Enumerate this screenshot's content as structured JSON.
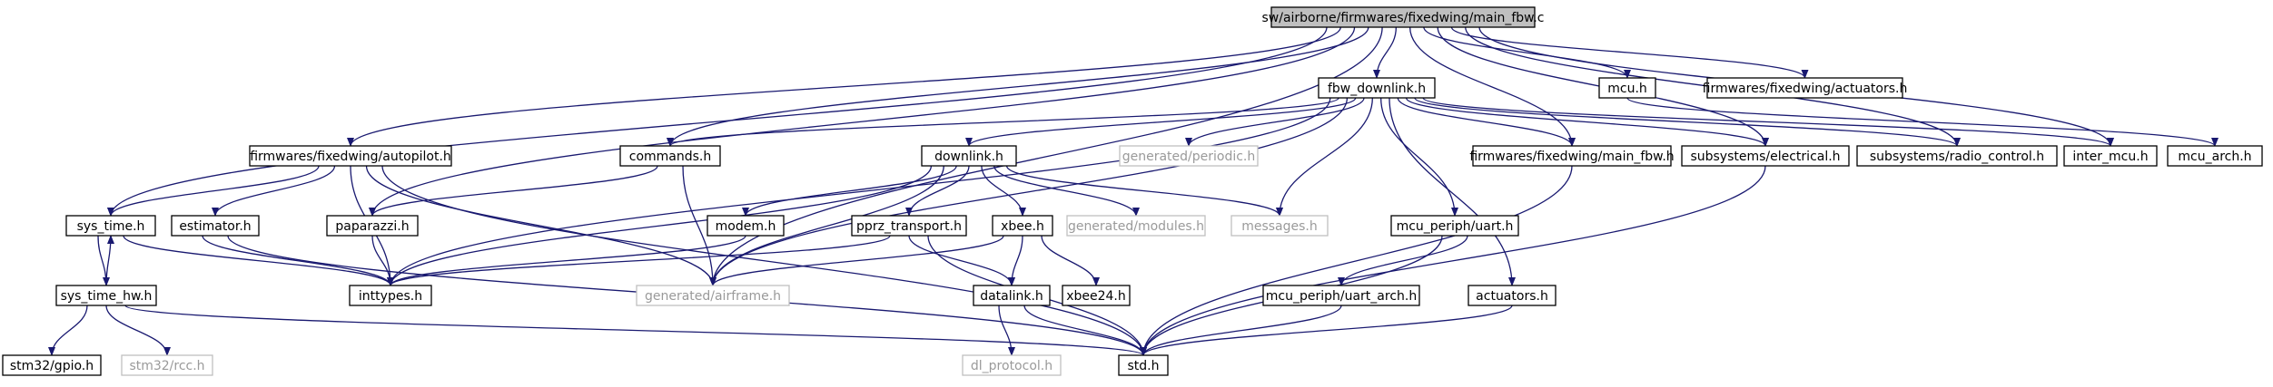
{
  "colors": {
    "edge": "#191970",
    "node_border": "#000000",
    "node_text": "#000000",
    "external_border": "#bfbfbf",
    "external_text": "#9a9a9a",
    "root_fill": "#bfbfbf",
    "node_fill": "#ffffff"
  },
  "graph": {
    "root": "main_fbw_c",
    "nodes": [
      {
        "id": "main_fbw_c",
        "label": "sw/airborne/firmwares/fixedwing/main_fbw.c",
        "kind": "root"
      },
      {
        "id": "fbw_downlink_h",
        "label": "fbw_downlink.h",
        "kind": "documented"
      },
      {
        "id": "mcu_h",
        "label": "mcu.h",
        "kind": "documented"
      },
      {
        "id": "actuators_fw_h",
        "label": "firmwares/fixedwing/actuators.h",
        "kind": "documented"
      },
      {
        "id": "autopilot_h",
        "label": "firmwares/fixedwing/autopilot.h",
        "kind": "documented"
      },
      {
        "id": "commands_h",
        "label": "commands.h",
        "kind": "documented"
      },
      {
        "id": "downlink_h",
        "label": "downlink.h",
        "kind": "documented"
      },
      {
        "id": "periodic_h",
        "label": "generated/periodic.h",
        "kind": "external"
      },
      {
        "id": "main_fbw_h",
        "label": "firmwares/fixedwing/main_fbw.h",
        "kind": "documented"
      },
      {
        "id": "electrical_h",
        "label": "subsystems/electrical.h",
        "kind": "documented"
      },
      {
        "id": "radio_control_h",
        "label": "subsystems/radio_control.h",
        "kind": "documented"
      },
      {
        "id": "inter_mcu_h",
        "label": "inter_mcu.h",
        "kind": "documented"
      },
      {
        "id": "mcu_arch_h",
        "label": "mcu_arch.h",
        "kind": "documented"
      },
      {
        "id": "sys_time_h",
        "label": "sys_time.h",
        "kind": "documented"
      },
      {
        "id": "estimator_h",
        "label": "estimator.h",
        "kind": "documented"
      },
      {
        "id": "paparazzi_h",
        "label": "paparazzi.h",
        "kind": "documented"
      },
      {
        "id": "modem_h",
        "label": "modem.h",
        "kind": "documented"
      },
      {
        "id": "pprz_transport_h",
        "label": "pprz_transport.h",
        "kind": "documented"
      },
      {
        "id": "xbee_h",
        "label": "xbee.h",
        "kind": "documented"
      },
      {
        "id": "modules_h",
        "label": "generated/modules.h",
        "kind": "external"
      },
      {
        "id": "messages_h",
        "label": "messages.h",
        "kind": "external"
      },
      {
        "id": "uart_h",
        "label": "mcu_periph/uart.h",
        "kind": "documented"
      },
      {
        "id": "sys_time_hw_h",
        "label": "sys_time_hw.h",
        "kind": "documented"
      },
      {
        "id": "inttypes_h",
        "label": "inttypes.h",
        "kind": "documented"
      },
      {
        "id": "airframe_h",
        "label": "generated/airframe.h",
        "kind": "external"
      },
      {
        "id": "datalink_h",
        "label": "datalink.h",
        "kind": "documented"
      },
      {
        "id": "xbee24_h",
        "label": "xbee24.h",
        "kind": "documented"
      },
      {
        "id": "uart_arch_h",
        "label": "mcu_periph/uart_arch.h",
        "kind": "documented"
      },
      {
        "id": "actuators_h",
        "label": "actuators.h",
        "kind": "documented"
      },
      {
        "id": "gpio_h",
        "label": "stm32/gpio.h",
        "kind": "documented"
      },
      {
        "id": "rcc_h",
        "label": "stm32/rcc.h",
        "kind": "external"
      },
      {
        "id": "dl_protocol_h",
        "label": "dl_protocol.h",
        "kind": "external"
      },
      {
        "id": "std_h",
        "label": "std.h",
        "kind": "documented"
      }
    ],
    "edges": [
      [
        "main_fbw_c",
        "fbw_downlink_h"
      ],
      [
        "main_fbw_c",
        "mcu_h"
      ],
      [
        "main_fbw_c",
        "actuators_fw_h"
      ],
      [
        "main_fbw_c",
        "autopilot_h"
      ],
      [
        "main_fbw_c",
        "commands_h"
      ],
      [
        "main_fbw_c",
        "sys_time_h"
      ],
      [
        "main_fbw_c",
        "paparazzi_h"
      ],
      [
        "main_fbw_c",
        "airframe_h"
      ],
      [
        "main_fbw_c",
        "main_fbw_h"
      ],
      [
        "main_fbw_c",
        "electrical_h"
      ],
      [
        "main_fbw_c",
        "radio_control_h"
      ],
      [
        "main_fbw_c",
        "inter_mcu_h"
      ],
      [
        "fbw_downlink_h",
        "commands_h"
      ],
      [
        "fbw_downlink_h",
        "downlink_h"
      ],
      [
        "fbw_downlink_h",
        "periodic_h"
      ],
      [
        "fbw_downlink_h",
        "messages_h"
      ],
      [
        "fbw_downlink_h",
        "main_fbw_h"
      ],
      [
        "fbw_downlink_h",
        "electrical_h"
      ],
      [
        "fbw_downlink_h",
        "radio_control_h"
      ],
      [
        "fbw_downlink_h",
        "inter_mcu_h"
      ],
      [
        "fbw_downlink_h",
        "uart_h"
      ],
      [
        "fbw_downlink_h",
        "actuators_h"
      ],
      [
        "fbw_downlink_h",
        "airframe_h"
      ],
      [
        "fbw_downlink_h",
        "inttypes_h"
      ],
      [
        "mcu_h",
        "mcu_arch_h"
      ],
      [
        "autopilot_h",
        "sys_time_h"
      ],
      [
        "autopilot_h",
        "estimator_h"
      ],
      [
        "autopilot_h",
        "inttypes_h"
      ],
      [
        "autopilot_h",
        "airframe_h"
      ],
      [
        "autopilot_h",
        "std_h"
      ],
      [
        "commands_h",
        "paparazzi_h"
      ],
      [
        "commands_h",
        "airframe_h"
      ],
      [
        "downlink_h",
        "modem_h"
      ],
      [
        "downlink_h",
        "pprz_transport_h"
      ],
      [
        "downlink_h",
        "xbee_h"
      ],
      [
        "downlink_h",
        "modules_h"
      ],
      [
        "downlink_h",
        "messages_h"
      ],
      [
        "downlink_h",
        "airframe_h"
      ],
      [
        "downlink_h",
        "inttypes_h"
      ],
      [
        "sys_time_h",
        "sys_time_hw_h"
      ],
      [
        "sys_time_h",
        "inttypes_h"
      ],
      [
        "sys_time_hw_h",
        "sys_time_h"
      ],
      [
        "sys_time_hw_h",
        "gpio_h"
      ],
      [
        "sys_time_hw_h",
        "rcc_h"
      ],
      [
        "sys_time_hw_h",
        "std_h"
      ],
      [
        "estimator_h",
        "inttypes_h"
      ],
      [
        "estimator_h",
        "std_h"
      ],
      [
        "paparazzi_h",
        "inttypes_h"
      ],
      [
        "modem_h",
        "inttypes_h"
      ],
      [
        "pprz_transport_h",
        "datalink_h"
      ],
      [
        "pprz_transport_h",
        "std_h"
      ],
      [
        "pprz_transport_h",
        "inttypes_h"
      ],
      [
        "xbee_h",
        "datalink_h"
      ],
      [
        "xbee_h",
        "xbee24_h"
      ],
      [
        "xbee_h",
        "airframe_h"
      ],
      [
        "datalink_h",
        "dl_protocol_h"
      ],
      [
        "datalink_h",
        "std_h"
      ],
      [
        "uart_h",
        "uart_arch_h"
      ],
      [
        "uart_h",
        "std_h"
      ],
      [
        "uart_arch_h",
        "std_h"
      ],
      [
        "actuators_h",
        "std_h"
      ],
      [
        "electrical_h",
        "std_h"
      ],
      [
        "main_fbw_h",
        "std_h"
      ]
    ]
  }
}
